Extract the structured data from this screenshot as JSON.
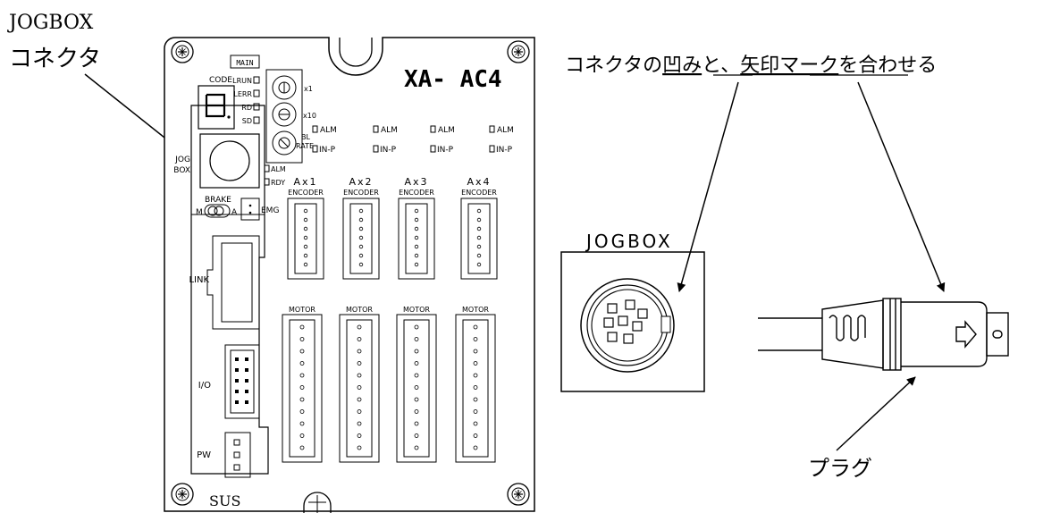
{
  "labels": {
    "jogbox_connector_line1": "JOGBOX",
    "jogbox_connector_line2": "コネクタ",
    "instruction_part1": "コネクタの",
    "instruction_part2": "凹み",
    "instruction_part3": "と、",
    "instruction_part4": "矢印マーク",
    "instruction_part5": "を合わせる",
    "jogbox_socket": "JOGBOX",
    "plug": "プラグ"
  },
  "board": {
    "model": "XA- AC4",
    "main": "MAIN",
    "code": "CODE",
    "leds": [
      "LRUN",
      "LERR",
      "RD",
      "SD"
    ],
    "x1": "x1",
    "x10": "x10",
    "bl_line1": "BL",
    "bl_line2": "RATE",
    "jog_line1": "JOG",
    "jog_line2": "BOX",
    "alm": "ALM",
    "rdy": "RDY",
    "brake": "BRAKE",
    "brake_m": "M",
    "brake_a": "A",
    "emg": "EMG",
    "link": "LINK",
    "io": "I/O",
    "pw": "PW",
    "sus": "SUS",
    "axes": [
      {
        "name": "Ax1",
        "alm": "ALM",
        "inp": "IN-P",
        "encoder": "ENCODER",
        "motor": "MOTOR"
      },
      {
        "name": "Ax2",
        "alm": "ALM",
        "inp": "IN-P",
        "encoder": "ENCODER",
        "motor": "MOTOR"
      },
      {
        "name": "Ax3",
        "alm": "ALM",
        "inp": "IN-P",
        "encoder": "ENCODER",
        "motor": "MOTOR"
      },
      {
        "name": "Ax4",
        "alm": "ALM",
        "inp": "IN-P",
        "encoder": "ENCODER",
        "motor": "MOTOR"
      }
    ]
  }
}
